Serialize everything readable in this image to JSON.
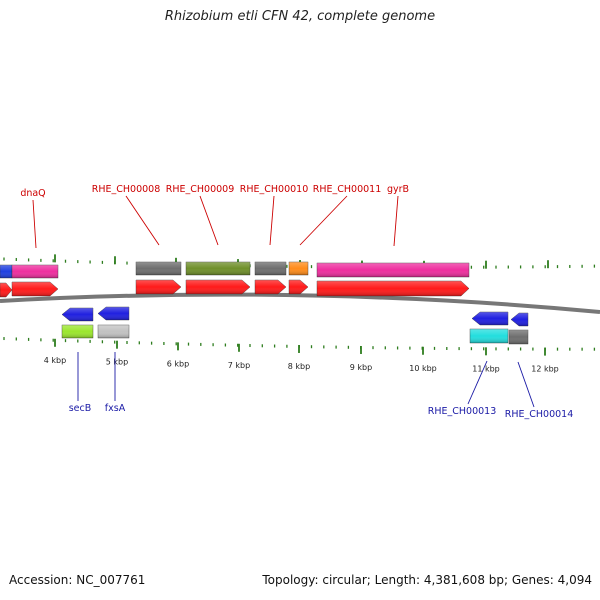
{
  "map": {
    "title": "Rhizobium etli CFN 42, complete genome",
    "accession": "Accession: NC_007761",
    "summary": "Topology: circular; Length: 4,381,608 bp; Genes: 4,094",
    "scale_labels": [
      "4 kbp",
      "5 kbp",
      "6 kbp",
      "7 kbp",
      "8 kbp",
      "9 kbp",
      "10 kbp",
      "11 kbp",
      "12 kbp"
    ],
    "top_gene_labels": [
      "dnaQ",
      "RHE_CH00008",
      "RHE_CH00009",
      "RHE_CH00010",
      "RHE_CH00011",
      "gyrB"
    ],
    "bottom_gene_labels": [
      "secB",
      "fxsA",
      "RHE_CH00013",
      "RHE_CH00014"
    ],
    "colors": {
      "backbone": "#8a8a8a",
      "tick": "#2e7d1e",
      "top_label": "#cc0000",
      "bottom_label": "#1a1aa6",
      "cds_forward": "#ff1a1a",
      "cds_reverse": "#2020e0",
      "cog_pink": "#ee2e9e",
      "cog_gray": "#6e6e6e",
      "cog_olive": "#6f8f2a",
      "cog_orange": "#ff8c1a",
      "cog_blue": "#1f3fe0",
      "cog_lime": "#9be62e",
      "cog_lightgray": "#c2c2c2",
      "cog_cyan": "#22dede"
    }
  }
}
